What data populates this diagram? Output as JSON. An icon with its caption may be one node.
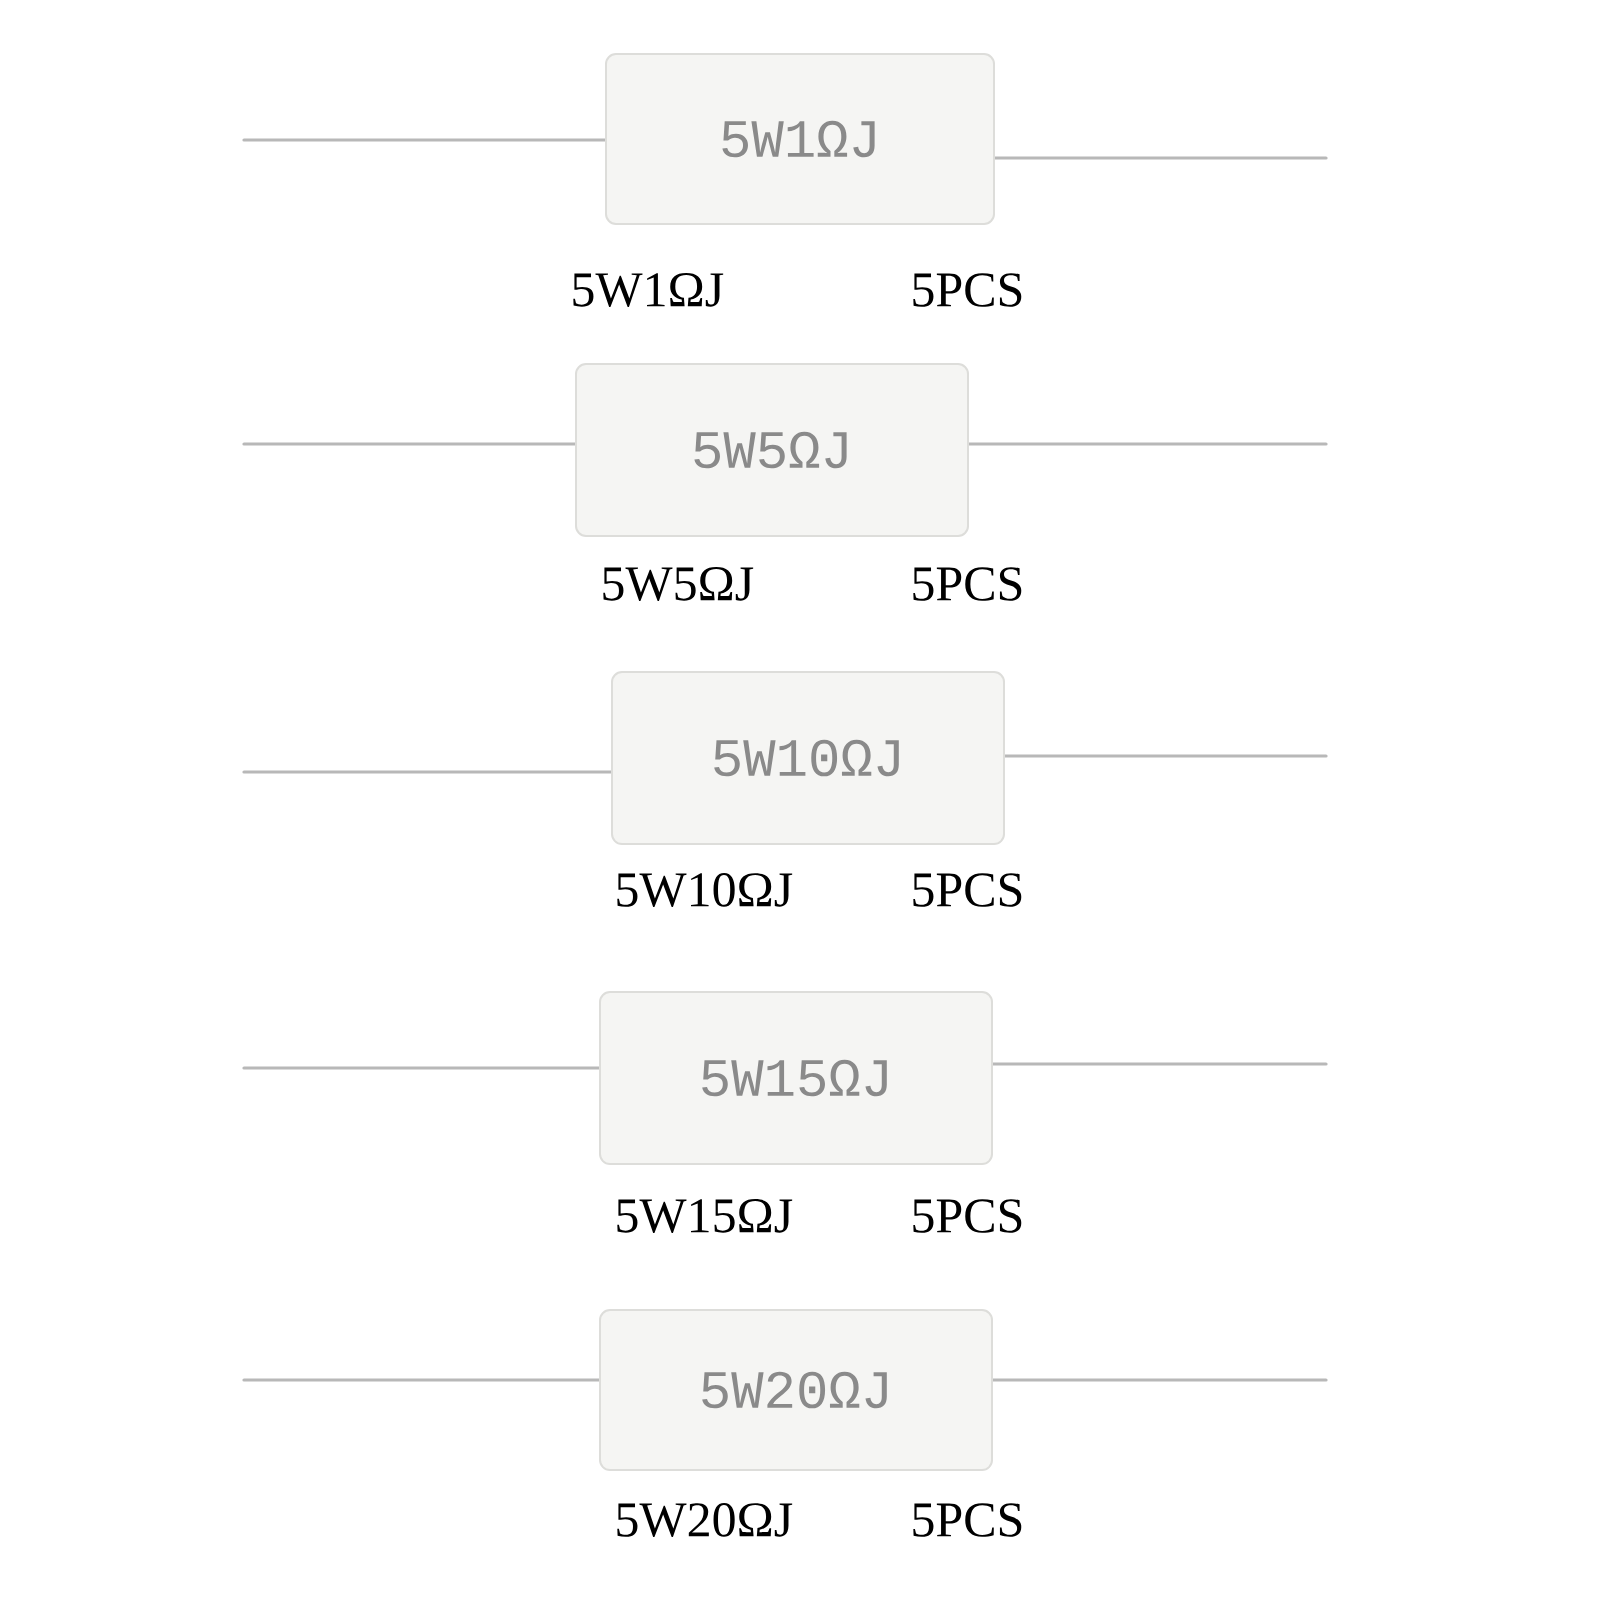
{
  "diagram": {
    "nodes": [
      {
        "text": [
          "5W1ΩJ"
        ],
        "beside": [
          "5W1ΩJ",
          "5PCS"
        ]
      },
      {
        "text": [
          "5W5ΩJ"
        ],
        "beside": [
          "5W5ΩJ",
          "5PCS"
        ]
      },
      {
        "text": [
          "5W10ΩJ"
        ],
        "beside": [
          "5W10ΩJ",
          "5PCS"
        ]
      },
      {
        "text": [
          "5W15ΩJ"
        ],
        "beside": [
          "5W15ΩJ",
          "5PCS"
        ]
      },
      {
        "text": [
          "5W20ΩJ"
        ],
        "beside": [
          "5W20ΩJ",
          "5PCS"
        ]
      }
    ]
  }
}
